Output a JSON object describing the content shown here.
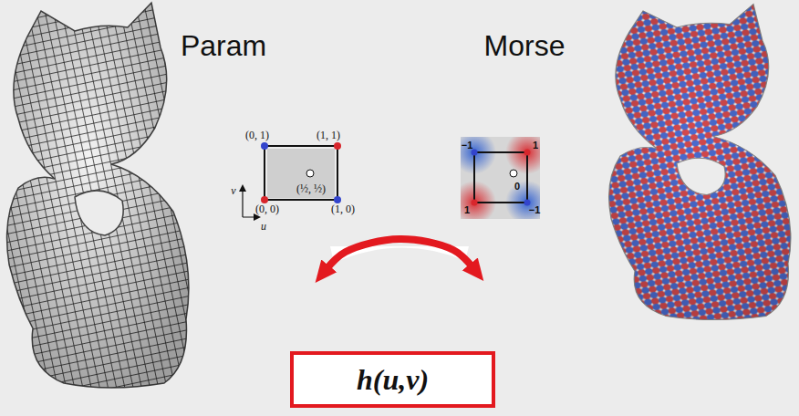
{
  "diagram": {
    "nodes": [
      {
        "text": [
          "(0, 1)",
          "(1, 1)",
          "(½, ½)",
          "(0, 0)",
          "(1, 0)"
        ]
      },
      {
        "text": [
          "−1",
          "1",
          "0",
          "1",
          "−1"
        ]
      },
      {
        "text": [
          "h(u,v)"
        ]
      }
    ],
    "edges": [
      {
        "from": 0,
        "to": 1,
        "arrow": "both"
      }
    ],
    "labels": [
      "Param",
      "Morse",
      "v",
      "u"
    ]
  }
}
